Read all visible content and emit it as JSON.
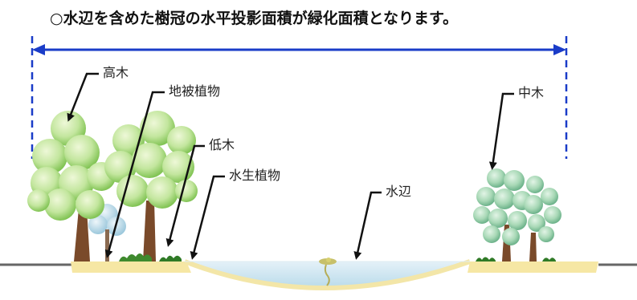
{
  "title": "○水辺を含めた樹冠の水平投影面積が緑化面積となります。",
  "labels": {
    "tall_tree": "高木",
    "ground_cover": "地被植物",
    "low_tree": "低木",
    "aquatic_plants": "水生植物",
    "waterside": "水辺",
    "medium_tree": "中木"
  },
  "colors": {
    "span_line": "#1a3cc8",
    "arrow": "#111111",
    "ground": "#f6e7a4",
    "ground_line": "#666666",
    "water": "#cfe6f0",
    "tall_canopy": "#bfe39a",
    "tall_canopy_edge": "#7bbf4a",
    "medium_canopy": "#a8d8b6",
    "trunk": "#7a4a2a",
    "shrub": "#3f8a2e"
  },
  "icons": [
    "tree-icon",
    "water-plant-icon"
  ]
}
